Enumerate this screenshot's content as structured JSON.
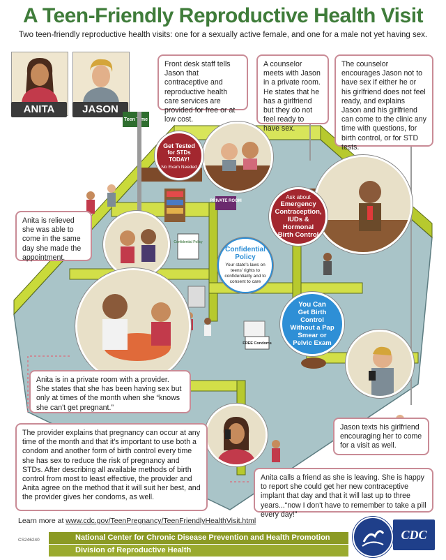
{
  "header": {
    "title": "A Teen-Friendly Reproductive Health Visit",
    "subtitle": "Two teen-friendly reproductive health visits: one for a sexually active female, and one for a male not yet having sex."
  },
  "characters": {
    "anita": "ANITA",
    "jason": "JASON"
  },
  "sign_teen_time": "Teen Time",
  "sign_private_room": "PRIVATE ROOM",
  "sign_free_condoms": "FREE Condoms",
  "sign_confidential_poster": "Confidential Policy",
  "captions": {
    "front_desk": "Front desk staff tells Jason that contraceptive and reproductive health care services are provided for free or at low cost.",
    "counselor_meets": "A counselor meets with Jason in a private room. He states that he has a girlfriend but they do not feel ready to have sex.",
    "counselor_encourages": "The counselor encourages Jason not to have sex if either he or his girlfriend does not feel ready, and explains Jason and his girlfriend can come to the clinic any time with questions, for birth control, or for STD tests.",
    "anita_relieved": "Anita is relieved she was able to come in the same day she made the appointment.",
    "anita_private": "Anita is in a private room with a provider. She states that she has been having sex but only at times of the month when she “knows she can't get pregnant.”",
    "provider_explains": "The provider explains that pregnancy can occur at any time of the month and that it's important to use both a condom and another form of birth control every time she has sex to reduce the risk of pregnancy and STDs. After describing all available methods of birth control from most to least effective, the provider and Anita agree on the method that it will suit her best, and the provider gives her condoms, as well.",
    "jason_texts": "Jason texts his girlfriend encouraging her to come for a visit as well.",
    "anita_calls": "Anita calls a friend as she is leaving. She is happy to report she could get her new contraceptive implant that day and that it will last up to three years...“now I don't have to remember to take a pill every day!”"
  },
  "badges": {
    "std": {
      "line1": "Get Tested",
      "line2": "for STDs TODAY!",
      "line3": "No Exam Needed"
    },
    "emergency": {
      "line1": "Ask about",
      "line2": "Emergency Contraception, IUDs & Hormonal Birth Control"
    },
    "confidential": {
      "title": "Confidential Policy",
      "body": "Your state's laws on teens' rights to confidentiality and to consent to care"
    },
    "birth_control": {
      "line1": "You Can",
      "line2": "Get Birth Control Without a Pap Smear or Pelvic Exam"
    }
  },
  "footer": {
    "learn_prefix": "Learn more at ",
    "learn_url": "www.cdc.gov/TeenPregnancy/TeenFriendlyHealthVisit.html",
    "code": "CS246240",
    "center": "National Center for Chronic Disease Prevention and Health Promotion",
    "division": "Division of Reproductive Health",
    "cdc": "CDC"
  },
  "colors": {
    "title_green": "#3f7c3a",
    "caption_border": "#c98b96",
    "badge_red": "#a3272f",
    "badge_blue": "#2e8fd6",
    "floor_teal": "#a9c4c8",
    "wall_green": "#c9da3a",
    "footer_olive": "#8b9a24",
    "hhs_blue": "#1f3f8a"
  }
}
